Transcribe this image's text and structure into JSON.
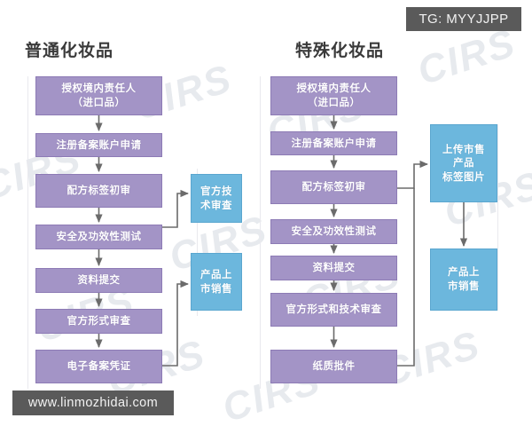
{
  "colors": {
    "purple": "#a394c6",
    "purple_border": "#8d7bb5",
    "blue": "#6cb7dd",
    "blue_border": "#5aa6cf",
    "badge_bg": "#5a5a5a",
    "heading": "#3a3a3a",
    "connector": "#6b6b6b"
  },
  "badges": {
    "tg": "TG: MYYJJPP",
    "site": "www.linmozhidai.com"
  },
  "watermark": {
    "text": "CIRS"
  },
  "columns": {
    "ordinary": {
      "title": "普通化妆品",
      "steps": [
        {
          "line1": "授权境内责任人",
          "line2": "（进口品）"
        },
        {
          "line1": "注册备案账户申请",
          "line2": ""
        },
        {
          "line1": "配方标签初审",
          "line2": ""
        },
        {
          "line1": "安全及功效性测试",
          "line2": ""
        },
        {
          "line1": "资料提交",
          "line2": ""
        },
        {
          "line1": "官方形式审查",
          "line2": ""
        },
        {
          "line1": "电子备案凭证",
          "line2": ""
        }
      ],
      "side_nodes": [
        {
          "line1": "官方技",
          "line2": "术审查"
        },
        {
          "line1": "产品上",
          "line2": "市销售"
        }
      ]
    },
    "special": {
      "title": "特殊化妆品",
      "steps": [
        {
          "line1": "授权境内责任人",
          "line2": "（进口品）"
        },
        {
          "line1": "注册备案账户申请",
          "line2": ""
        },
        {
          "line1": "配方标签初审",
          "line2": ""
        },
        {
          "line1": "安全及功效性测试",
          "line2": ""
        },
        {
          "line1": "资料提交",
          "line2": ""
        },
        {
          "line1": "官方形式和技术审查",
          "line2": ""
        },
        {
          "line1": "纸质批件",
          "line2": ""
        }
      ],
      "side_nodes": [
        {
          "line1": "上传市售",
          "line2": "产品",
          "line3": "标签图片"
        },
        {
          "line1": "产品上",
          "line2": "市销售"
        }
      ]
    }
  }
}
